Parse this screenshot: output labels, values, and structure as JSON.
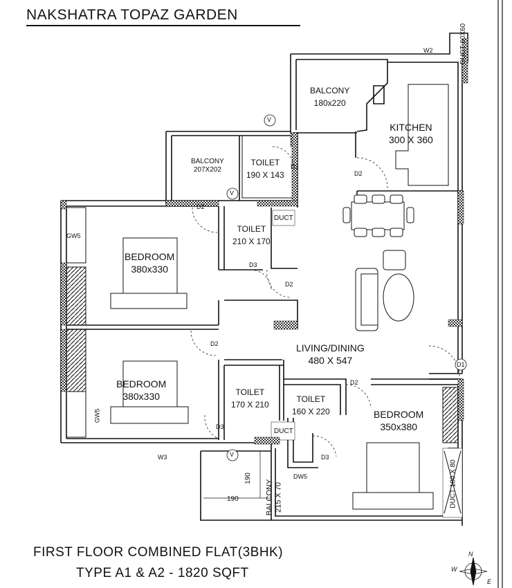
{
  "header": {
    "project_title": "NAKSHATRA TOPAZ GARDEN"
  },
  "rooms": {
    "balcony_top": {
      "name": "BALCONY",
      "size": "180x220"
    },
    "kitchen": {
      "name": "KITCHEN",
      "size": "300 X 360"
    },
    "balcony_left": {
      "name": "BALCONY",
      "size": "207X202"
    },
    "toilet_top": {
      "name": "TOILET",
      "size": "190 X 143"
    },
    "toilet_mid": {
      "name": "TOILET",
      "size": "210 X 170"
    },
    "bedroom_1": {
      "name": "BEDROOM",
      "size": "380x330"
    },
    "living_dining": {
      "name": "LIVING/DINING",
      "size": "480 X 547"
    },
    "bedroom_2": {
      "name": "BEDROOM",
      "size": "380x330"
    },
    "toilet_b1": {
      "name": "TOILET",
      "size": "170 X 210"
    },
    "toilet_b2": {
      "name": "TOILET",
      "size": "160 X 220"
    },
    "bedroom_3": {
      "name": "BEDROOM",
      "size": "350x380"
    },
    "balcony_bottom": {
      "name": "BALCONY",
      "size": "215 X 70"
    }
  },
  "ducts": {
    "top": "DUCT 60X60",
    "mid": "DUCT",
    "low": "DUCT",
    "right": "DUCT 180 X 80"
  },
  "doors": {
    "d1": "D1",
    "d2": "D2",
    "d3": "D3",
    "v": "V",
    "w2": "W2",
    "w3": "W3",
    "gw5": "GW5",
    "dw5": "DW5"
  },
  "dimensions": {
    "vertical": "190",
    "horizontal": "190"
  },
  "footer": {
    "line1": "FIRST FLOOR COMBINED FLAT(3BHK)",
    "line2": "TYPE A1 & A2 - 1820 SQFT"
  },
  "compass": {
    "n": "N",
    "e": "E",
    "w": "W"
  },
  "colors": {
    "ink": "#111111",
    "wall_fill": "#ffffff",
    "hatch": "#333333"
  }
}
